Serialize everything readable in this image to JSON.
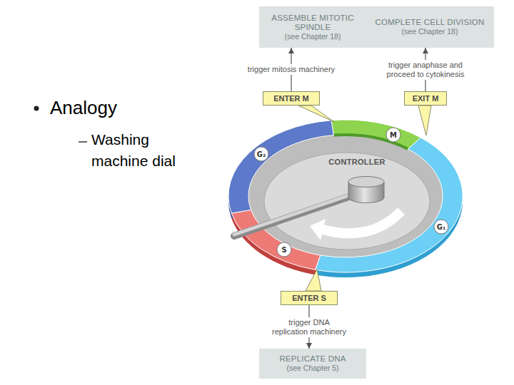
{
  "diagram": {
    "nodes": [
      {
        "text": [
          "ASSEMBLE MITOTIC SPINDLE",
          "(see Chapter 18)"
        ]
      },
      {
        "text": [
          "COMPLETE CELL DIVISION",
          "(see Chapter 18)"
        ]
      },
      {
        "text": [
          "ENTER M"
        ]
      },
      {
        "text": [
          "EXIT M"
        ]
      },
      {
        "text": [
          "M"
        ]
      },
      {
        "text": [
          "G₂"
        ]
      },
      {
        "text": [
          "CONTROLLER"
        ]
      },
      {
        "text": [
          "G₁"
        ]
      },
      {
        "text": [
          "S"
        ]
      },
      {
        "text": [
          "ENTER S"
        ]
      },
      {
        "text": [
          "REPLICATE DNA",
          "(see Chapter 5)"
        ]
      }
    ],
    "edges": [
      {
        "from": 2,
        "to": 0,
        "arrow": "to",
        "label": "trigger mitosis machinery"
      },
      {
        "from": 3,
        "to": 1,
        "arrow": "to",
        "label": "trigger anaphase and proceed to cytokinesis"
      },
      {
        "from": 9,
        "to": 10,
        "arrow": "to",
        "label": "trigger DNA replication machinery"
      }
    ],
    "labels": [
      "Analogy",
      "Washing machine dial"
    ]
  }
}
